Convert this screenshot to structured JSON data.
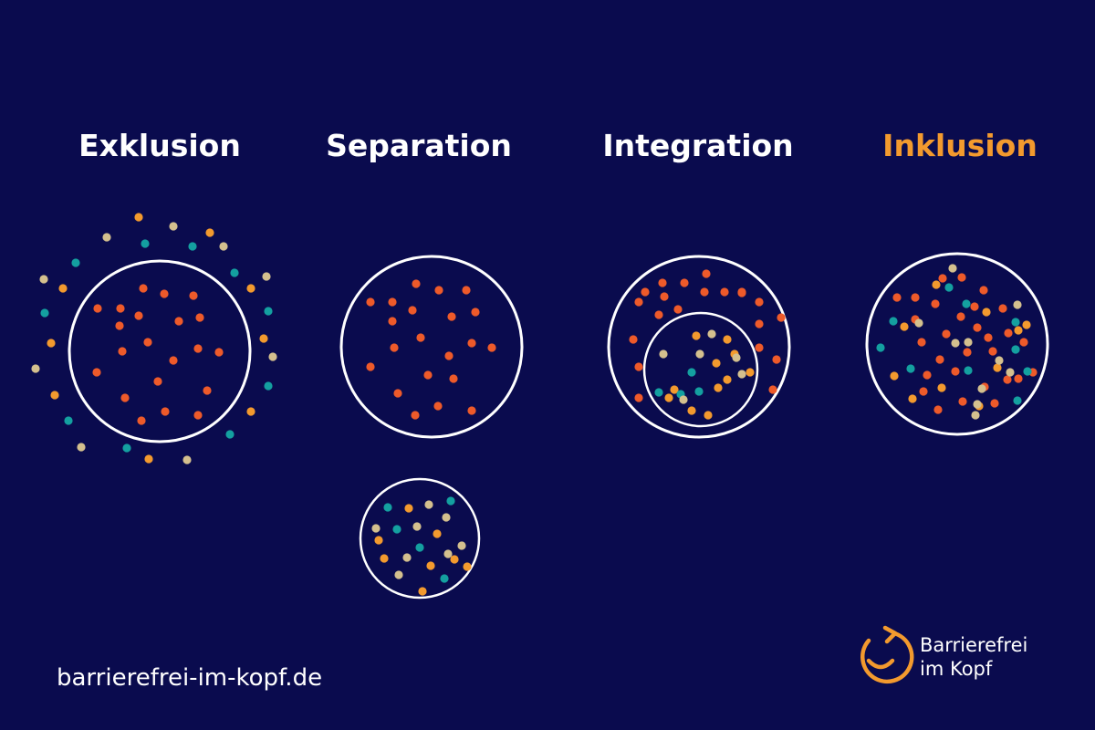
{
  "titles": {
    "exklusion": "Exklusion",
    "separation": "Separation",
    "integration": "Integration",
    "inklusion": "Inklusion"
  },
  "footer": {
    "url": "barrierefrei-im-kopf.de",
    "logo_line1": "Barrierefrei",
    "logo_line2": "im Kopf"
  },
  "colors": {
    "background": "#0a0b4e",
    "circle": "#ffffff",
    "accent": "#f39a2e",
    "majority_dot": "#ee5a2a",
    "minority_dots": [
      "#f39a2e",
      "#14a0a0",
      "#d4c08e"
    ]
  },
  "icons": {
    "logo": "circular-arrow-smile-icon"
  }
}
